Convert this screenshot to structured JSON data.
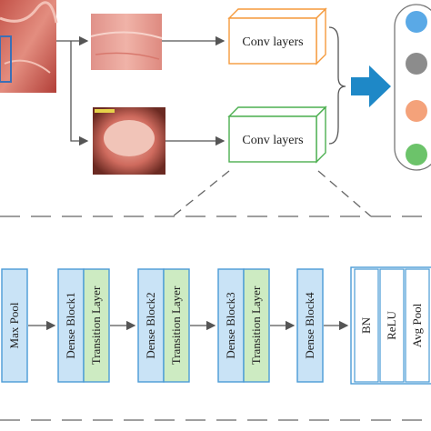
{
  "top": {
    "conv_label_1": "Conv layers",
    "conv_label_2": "Conv layers",
    "node_colors": [
      "#5aa9e6",
      "#8c8c8c",
      "#f4a27a",
      "#6cc36a"
    ],
    "box_colors": {
      "conv1": "#f59a3c",
      "conv2": "#4caf50",
      "arrow": "#1e88c7"
    }
  },
  "bottom": {
    "max_pool": "Max Pool",
    "dense1": "Dense Block1",
    "trans1": "Transition Layer",
    "dense2": "Dense Block2",
    "trans2": "Transition Layer",
    "dense3": "Dense Block3",
    "trans3": "Transition Layer",
    "dense4": "Dense Block4",
    "bn": "BN",
    "relu": "ReLU",
    "avg_pool": "Avg Pool",
    "colors": {
      "blue_block": "#c9e3f6",
      "green_block": "#cdebc2",
      "white_block": "#ffffff",
      "border": "#4a9bd6"
    }
  }
}
